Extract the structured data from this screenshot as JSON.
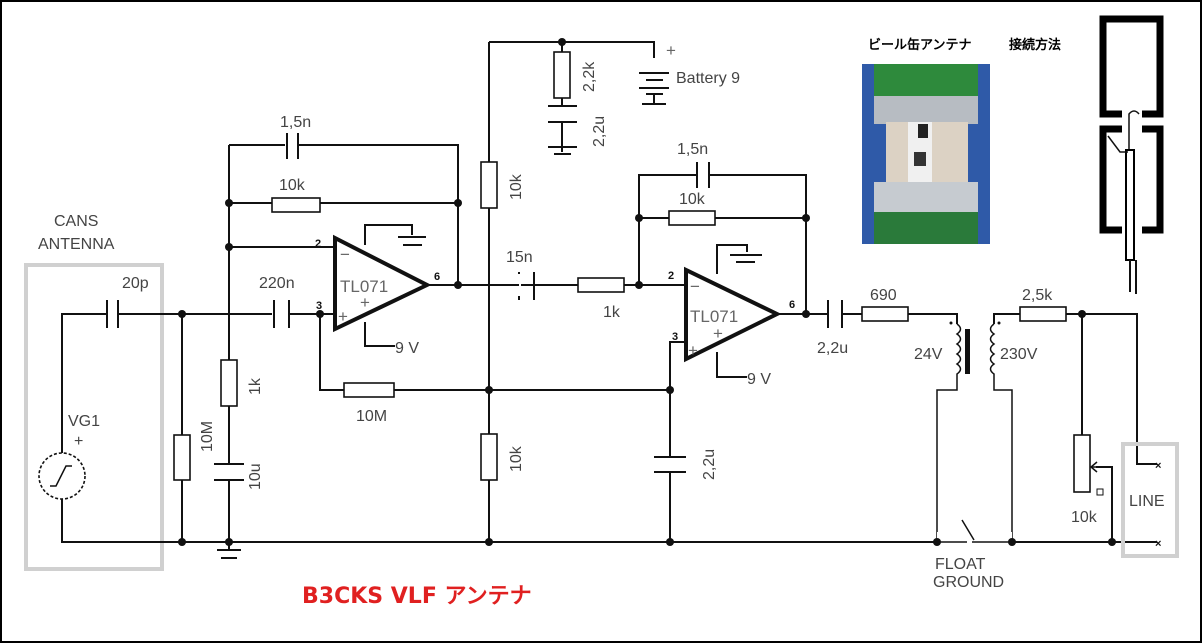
{
  "title": "B3CKS  VLF アンテナ",
  "title_color": "#e02020",
  "antenna_block": {
    "label_line1": "CANS",
    "label_line2": "ANTENNA",
    "source": "VG1",
    "plus": "+"
  },
  "components": {
    "c_in": "20p",
    "r_in": "10M",
    "r_1k": "1k",
    "c_10u": "10u",
    "c_220n": "220n",
    "c_fb1": "1,5n",
    "r_fb1": "10k",
    "op1": "TL071",
    "r_bias": "10M",
    "r_top": "10k",
    "r_bot": "10k",
    "r_22k": "2,2k",
    "c_22u_top": "2,2u",
    "battery": "Battery 9",
    "battery_plus": "+",
    "c_15n": "15n",
    "r_1k_b": "1k",
    "c_fb2": "1,5n",
    "r_fb2": "10k",
    "op2": "TL071",
    "c_22u_mid": "2,2u",
    "c_out": "2,2u",
    "r_690": "690",
    "tr_pri": "24V",
    "tr_sec": "230V",
    "r_25k": "2,5k",
    "pot": "10k",
    "line": "LINE",
    "float_ground_1": "FLOAT",
    "float_ground_2": "GROUND"
  },
  "supply": {
    "op1_vplus": "9 V",
    "op2_vplus": "9 V"
  },
  "pins": {
    "inv": "2",
    "noninv": "3",
    "out": "6",
    "minus": "−",
    "plus": "+"
  },
  "photo_caption": {
    "left": "ビール缶アンテナ",
    "right": "接続方法"
  }
}
